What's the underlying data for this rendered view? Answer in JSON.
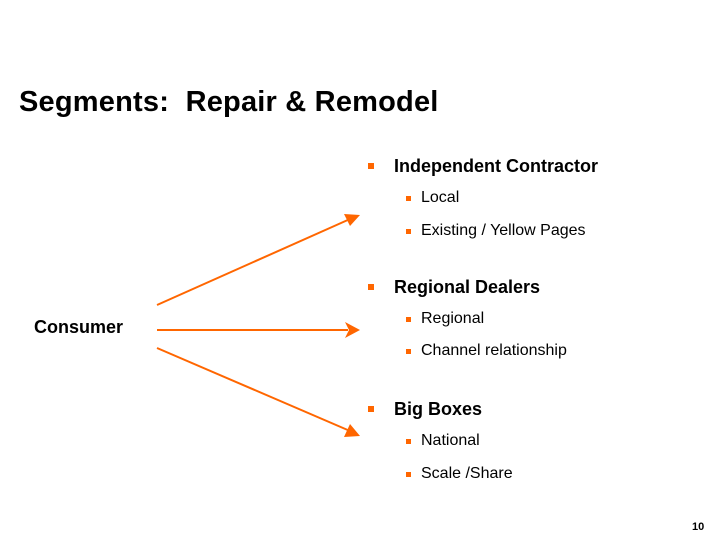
{
  "slide": {
    "title": "Segments:  Repair & Remodel",
    "source_label": "Consumer",
    "accent_color": "#ff6600",
    "page_number": "10",
    "segments": [
      {
        "label": "Independent Contractor",
        "sub": [
          "Local",
          "Existing / Yellow Pages"
        ]
      },
      {
        "label": "Regional Dealers",
        "sub": [
          "Regional",
          "Channel relationship"
        ]
      },
      {
        "label": "Big Boxes",
        "sub": [
          "National",
          "Scale /Share"
        ]
      }
    ]
  }
}
